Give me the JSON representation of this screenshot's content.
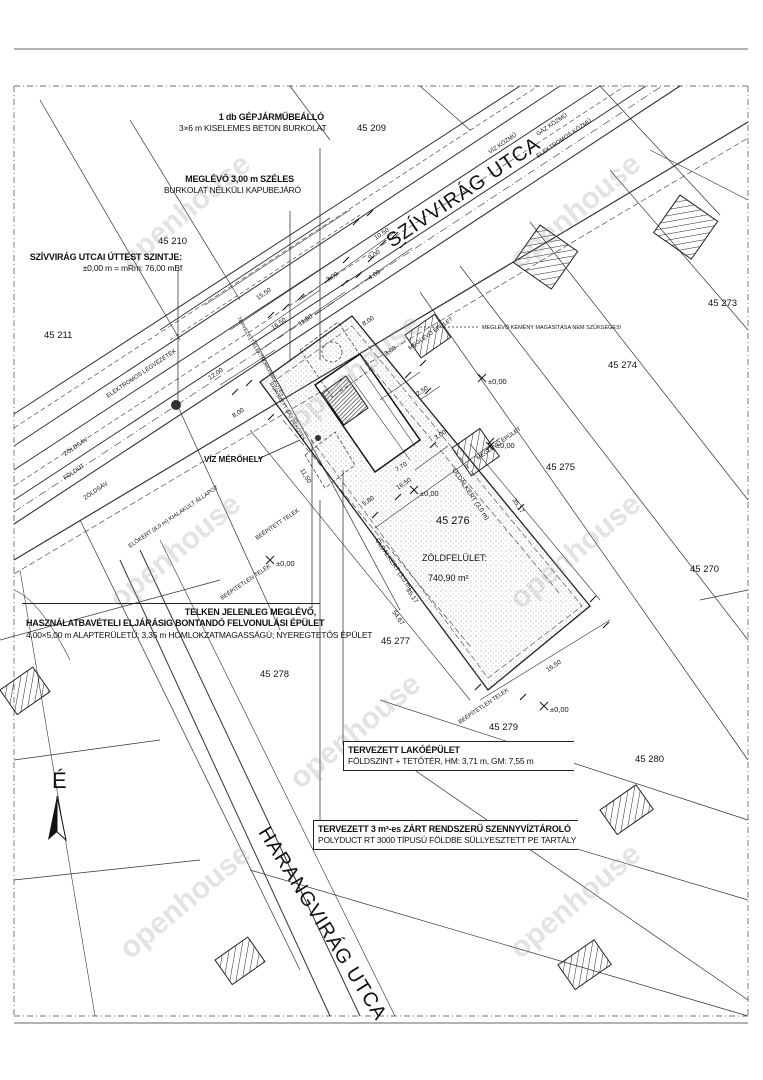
{
  "streets": {
    "main": "SZÍVVIRÁG UTCA",
    "side": "HARANGVIRÁG UTCA"
  },
  "utilities": {
    "water": "VÍZ KÖZMŰ",
    "gas": "GÁZ KÖZMŰ",
    "electric": "ELEKTROMOS KÖZMŰ",
    "electric_overhead": "ELEKTROMOS LÉGVEZETÉK",
    "greenstrip": "ZÖLDSÁV",
    "soilroad": "FÖLDÚT"
  },
  "parcels": {
    "p209": "45 209",
    "p210": "45 210",
    "p211": "45 211",
    "p273": "45 273",
    "p274": "45 274",
    "p275": "45 275",
    "p276": "45 276",
    "p270": "45 270",
    "p277": "45 277",
    "p278": "45 278",
    "p279": "45 279",
    "p280": "45 280"
  },
  "level_labels": {
    "l1": "±0,00",
    "l2": "±0,00",
    "l3": "±0,00",
    "l4": "±0,00",
    "l5": "±0,00"
  },
  "green_area": {
    "title": "ZÖLDFELÜLET:",
    "value": "740,90 m²"
  },
  "dimensions": {
    "d1550": "15,50",
    "d1050": "10,50",
    "d900": "9,00",
    "d400": "4,00",
    "d300": "3,00",
    "d800": "8,00",
    "d1650a": "16,50",
    "d1150a": "11,50",
    "d1200": "12,00",
    "d800b": "8,00",
    "d1150b": "11,50",
    "d770": "7,70",
    "d1650b": "16,50",
    "d580": "5,80",
    "d3517a": "35,17",
    "d3517b": "35,17",
    "d5467": "54,67",
    "d1650c": "16,50",
    "d250": "2,50",
    "d300b": "3,00",
    "d300c": "3,00"
  },
  "side_setbacks": {
    "a": "OLDALKERT (3,0 m)",
    "b": "OLDALKERT (3,0 m)"
  },
  "small_labels": {
    "front_garden": "ELŐKERT (8,0 m) KIALAKULT ÁLLAPOT",
    "built1": "BEÉPÍTETT TELEK",
    "unbuilt1": "BEÉPÍTETLEN TELEK",
    "unbuilt2": "BEÉPÍTETLEN TELEK",
    "existing_chimney_box": "MEGLÉVŐ ÉPÜLET",
    "chimney_note": "MEGLÉVŐ KÉMÉNY MAGASÍTÁSA NEM SZÜKSÉGES!",
    "existing_building_box": "MEGLÉVŐ ÉPÜLET",
    "power_inlet": "TERVEZETT ELEKTROMOS BEKÖTÉS",
    "gas_inlet": "TERVEZETT GÁZ BEKÖTÉS",
    "water_meter": "VÍZ MÉRŐHELY"
  },
  "callouts": {
    "parking": {
      "title": "1 db GÉPJÁRMŰBEÁLLÓ",
      "sub": "3×6 m KISELEMES BETON BURKOLAT"
    },
    "gate": {
      "title": "MEGLÉVŐ 3,00 m SZÉLES",
      "sub": "BURKOLAT NÉLKÜLI KAPUBEJÁRÓ"
    },
    "road_level": {
      "title": "SZÍVVIRÁG UTCAI ÚTTEST SZINTJE:",
      "sub": "±0,00 m = mRm: 76,00 mBf"
    },
    "existing_shed": {
      "title": "TELKEN JELENLEG MEGLÉVŐ,",
      "line2": "HASZNÁLATBAVÉTELI ELJÁRÁSIG BONTANDÓ FELVONULÁSI ÉPÜLET",
      "line3": "4,00×5,00 m ALAPTERÜLETŰ; 3,35 m HOMLOKZATMAGASSÁGÚ; NYEREGTETŐS ÉPÜLET"
    },
    "planned_house": {
      "title": "TERVEZETT LAKÓÉPÜLET",
      "sub": "FÖLDSZINT + TETŐTÉR,  HM: 3,71 m,  GM: 7,55 m"
    },
    "septic": {
      "title": "TERVEZETT 3 m³-es ZÁRT RENDSZERŰ SZENNYVÍZTÁROLÓ",
      "sub": "POLYDUCT RT 3000 TÍPUSÚ FÖLDBE SÜLLYESZTETT PE TARTÁLY"
    }
  },
  "north": "É",
  "watermarks": [
    "openhouse",
    "openhouse",
    "openhouse",
    "openhouse",
    "openhouse",
    "openhouse",
    "openhouse",
    "openhouse"
  ]
}
